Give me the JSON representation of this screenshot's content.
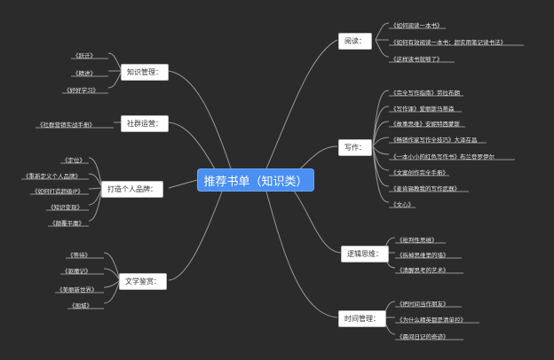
{
  "root": {
    "label": "推荐书单（知识类）"
  },
  "right": {
    "reading": {
      "label": "阅读：",
      "items": [
        "《如何阅读一本书》",
        "《如何有效阅读一本书：超实用笔记读书法》",
        "《这样读书就够了》"
      ]
    },
    "writing": {
      "label": "写作：",
      "items": [
        "《完全写作指南》劳拉布朗",
        "《写作课》爱丽斯马蒂森",
        "《故事思维》安妮特西蒙斯",
        "《畅销作家写作全技巧》大泽在昌",
        "《一本小小的红色写作书》布兰登罗伊尔",
        "《文案创作完全手册》",
        "《麦肯锡教我的写作武器》",
        "《文心》"
      ]
    },
    "logic": {
      "label": "逻辑思维：",
      "items": [
        "《批判性思维》",
        "《拆掉思维里的墙》",
        "《清醒思考的艺术》"
      ]
    },
    "time": {
      "label": "时间管理：",
      "items": [
        "《把时间当作朋友》",
        "《为什么精英都是清单控》",
        "《晨间日记的奇迹》"
      ]
    }
  },
  "left": {
    "knowledge": {
      "label": "知识管理：",
      "items": [
        "《跃迁》",
        "《精进》",
        "《好好学习》"
      ]
    },
    "community": {
      "label": "社群运营：",
      "items": [
        "《社群营销实战手册》"
      ]
    },
    "ip": {
      "label": "打造个人品牌：",
      "items": [
        "《定位》",
        "《重新定义个人品牌》",
        "《如何打造超级IP》",
        "《知识变现》",
        "《颠覆平庸》"
      ]
    },
    "literature": {
      "label": "文学鉴赏：",
      "items": [
        "《等待》",
        "《驱魔记》",
        "《美丽新世界》",
        "《围城》"
      ]
    }
  }
}
